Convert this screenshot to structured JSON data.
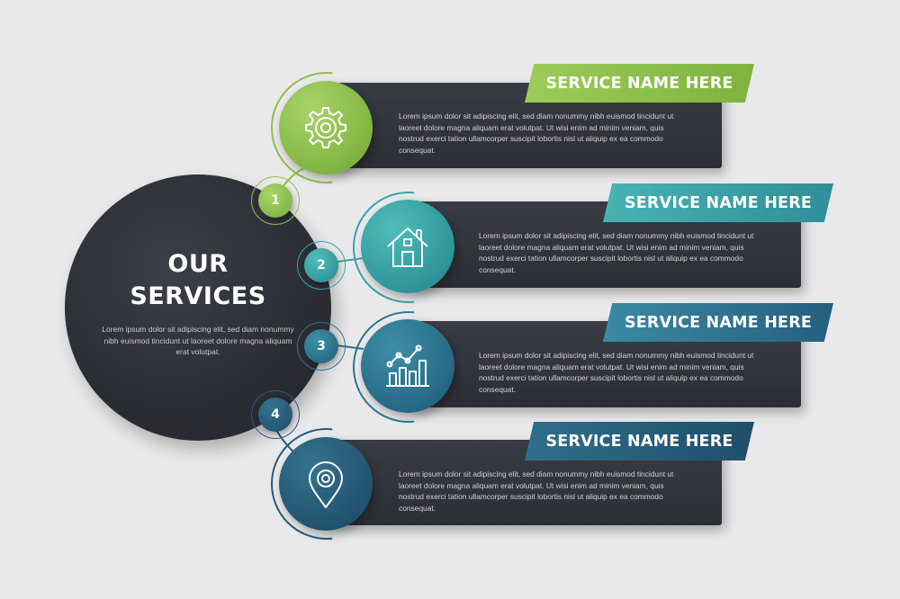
{
  "hub": {
    "title_line1": "OUR",
    "title_line2": "SERVICES",
    "description": "Lorem ipsum dolor sit adipiscing elit, sed diam nonummy nibh euismod tincidunt ut laoreet dolore magna aliquam erat volutpat."
  },
  "services": [
    {
      "number": "1",
      "title": "SERVICE NAME HERE",
      "icon": "gear-icon",
      "description": "Lorem ipsum dolor sit adipiscing elit, sed diam nonummy nibh euismod tincidunt ut laoreet dolore magna aliquam erat volutpat. Ut wisi enim ad minim veniam, quis nostrud exerci tation ullamcorper suscipit lobortis nisl ut aliquip ex ea commodo consequat.",
      "color": "#8fc04a"
    },
    {
      "number": "2",
      "title": "SERVICE NAME HERE",
      "icon": "home-icon",
      "description": "Lorem ipsum dolor sit adipiscing elit, sed diam nonummy nibh euismod tincidunt ut laoreet dolore magna aliquam erat volutpat. Ut wisi enim ad minim veniam, quis nostrud exerci tation ullamcorper suscipit lobortis nisl ut aliquip ex ea commodo consequat.",
      "color": "#3aa3a6"
    },
    {
      "number": "3",
      "title": "SERVICE NAME HERE",
      "icon": "bar-chart-icon",
      "description": "Lorem ipsum dolor sit adipiscing elit, sed diam nonummy nibh euismod tincidunt ut laoreet dolore magna aliquam erat volutpat. Ut wisi enim ad minim veniam, quis nostrud exerci tation ullamcorper suscipit lobortis nisl ut aliquip ex ea commodo consequat.",
      "color": "#2e7591"
    },
    {
      "number": "4",
      "title": "SERVICE NAME HERE",
      "icon": "location-pin-icon",
      "description": "Lorem ipsum dolor sit adipiscing elit, sed diam nonummy nibh euismod tincidunt ut laoreet dolore magna aliquam erat volutpat. Ut wisi enim ad minim veniam, quis nostrud exerci tation ullamcorper suscipit lobortis nisl ut aliquip ex ea commodo consequat.",
      "color": "#285c7b"
    }
  ]
}
